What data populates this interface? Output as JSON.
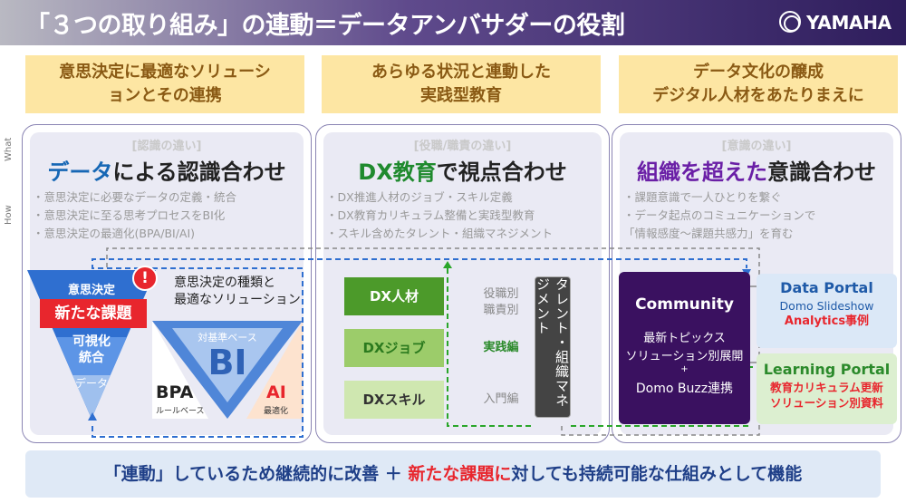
{
  "header": {
    "title": "「３つの取り組み」の連動＝データアンバサダーの役割",
    "logo_text": "YAMAHA"
  },
  "side_labels": {
    "what": "What",
    "how": "How"
  },
  "goals": [
    {
      "line1": "意思決定に最適なソリューシ",
      "line2": "ョンとその連携"
    },
    {
      "line1": "あらゆる状況と連動した",
      "line2": "実践型教育"
    },
    {
      "line1": "データ文化の醸成",
      "line2": "デジタル人材をあたりまえに"
    }
  ],
  "columns": [
    {
      "category": "[認識の違い]",
      "heading_hl": "データ",
      "heading_rest": "による認識合わせ",
      "bullets": [
        "・意思決定に必要なデータの定義・統合",
        "・意思決定に至る思考プロセスをBI化",
        "・意思決定の最適化(BPA/BI/AI)"
      ]
    },
    {
      "category": "[役職/職責の違い]",
      "heading_hl": "DX教育",
      "heading_rest": "で視点合わせ",
      "bullets": [
        "・DX推進人材のジョブ・スキル定義",
        "・DX教育カリキュラム整備と実践型教育",
        "・スキル含めたタレント・組織マネジメント"
      ]
    },
    {
      "category": "[意識の違い]",
      "heading_hl": "組織を超えた",
      "heading_rest": "意識合わせ",
      "bullets": [
        "・課題意識で一人ひとりを繋ぐ",
        "・データ起点のコミュニケーションで",
        "「情報感度～課題共感力」を育む"
      ]
    }
  ],
  "funnel": {
    "top": "意思決定",
    "mid1": "可視化",
    "mid2": "統合",
    "bottom": "データ",
    "new_issue": "新たな課題",
    "alert": "!"
  },
  "solution_note": {
    "line1": "意思決定の種類と",
    "line2": "最適なソリューション"
  },
  "triangle": {
    "label_top": "対基準ベース",
    "center": "BI",
    "left": "BPA",
    "left_sub": "ルールベース",
    "right": "AI",
    "right_sub": "最適化"
  },
  "dx": {
    "steps": [
      "DX人材",
      "DXジョブ",
      "DXスキル"
    ],
    "stages": [
      {
        "line1": "役職別",
        "line2": "職責別"
      },
      {
        "line1": "実践編",
        "line2": ""
      },
      {
        "line1": "入門編",
        "line2": ""
      }
    ],
    "talent_box": "タレント・組織マネジメント"
  },
  "community": {
    "title": "Community",
    "line1": "最新トピックス",
    "line2": "ソリューション別展開",
    "plus": "+",
    "line3": "Domo Buzz連携"
  },
  "data_portal": {
    "title": "Data Portal",
    "line1": "Domo Slideshow",
    "line2": "Analytics事例"
  },
  "learning_portal": {
    "title": "Learning Portal",
    "line1": "教育カリキュラム更新",
    "line2": "ソリューション別資料"
  },
  "bottom": {
    "part1": "「連動」しているため継続的に改善 ＋ ",
    "part2": "新たな課題に",
    "part3": "対しても持続可能な仕組みとして機能"
  },
  "colors": {
    "funnel_blue": "#2f6fd0",
    "alert_red": "#e8262d",
    "dx_green": "#4c9a2a",
    "community_purple": "#3a1160",
    "goal_yellow": "#fde6a3"
  }
}
